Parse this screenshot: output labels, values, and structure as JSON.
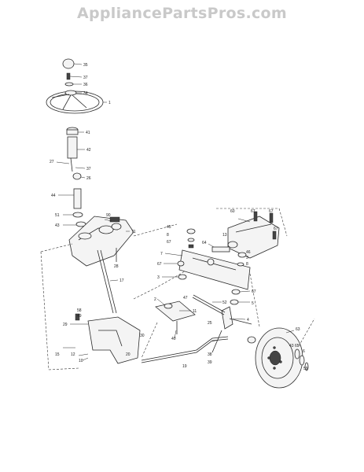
{
  "watermark": "AppliancePartsPros.com",
  "callouts": {
    "c35": "35",
    "c37a": "37",
    "c36": "36",
    "c34": "34",
    "c1": "1",
    "c41": "41",
    "c42": "42",
    "c27": "27",
    "c37b": "37",
    "c26": "26",
    "c44": "44",
    "c51": "51",
    "c43": "43",
    "c90": "90",
    "c71": "71",
    "c28": "28",
    "c17": "17",
    "c45": "45",
    "c8a": "8",
    "c67a": "67",
    "c7": "7",
    "c3a": "3",
    "c60": "60",
    "c67b": "67",
    "c67c": "67",
    "c64": "64",
    "c13": "13",
    "c46": "46",
    "c3b": "3",
    "c8b": "8",
    "c67d": "67",
    "c52": "52",
    "c5": "5",
    "c47": "47",
    "c11": "11",
    "c2": "2",
    "c40": "40",
    "c25": "25",
    "c4": "4",
    "c63": "63",
    "c43b": "43",
    "c65": "65",
    "c6": "6",
    "c59": "59",
    "c38": "38",
    "c19": "19",
    "c15": "15",
    "c12": "12",
    "c10": "10",
    "c29": "29",
    "c20": "20",
    "c30": "30",
    "c39": "39",
    "c58": "58",
    "c49": "49"
  }
}
